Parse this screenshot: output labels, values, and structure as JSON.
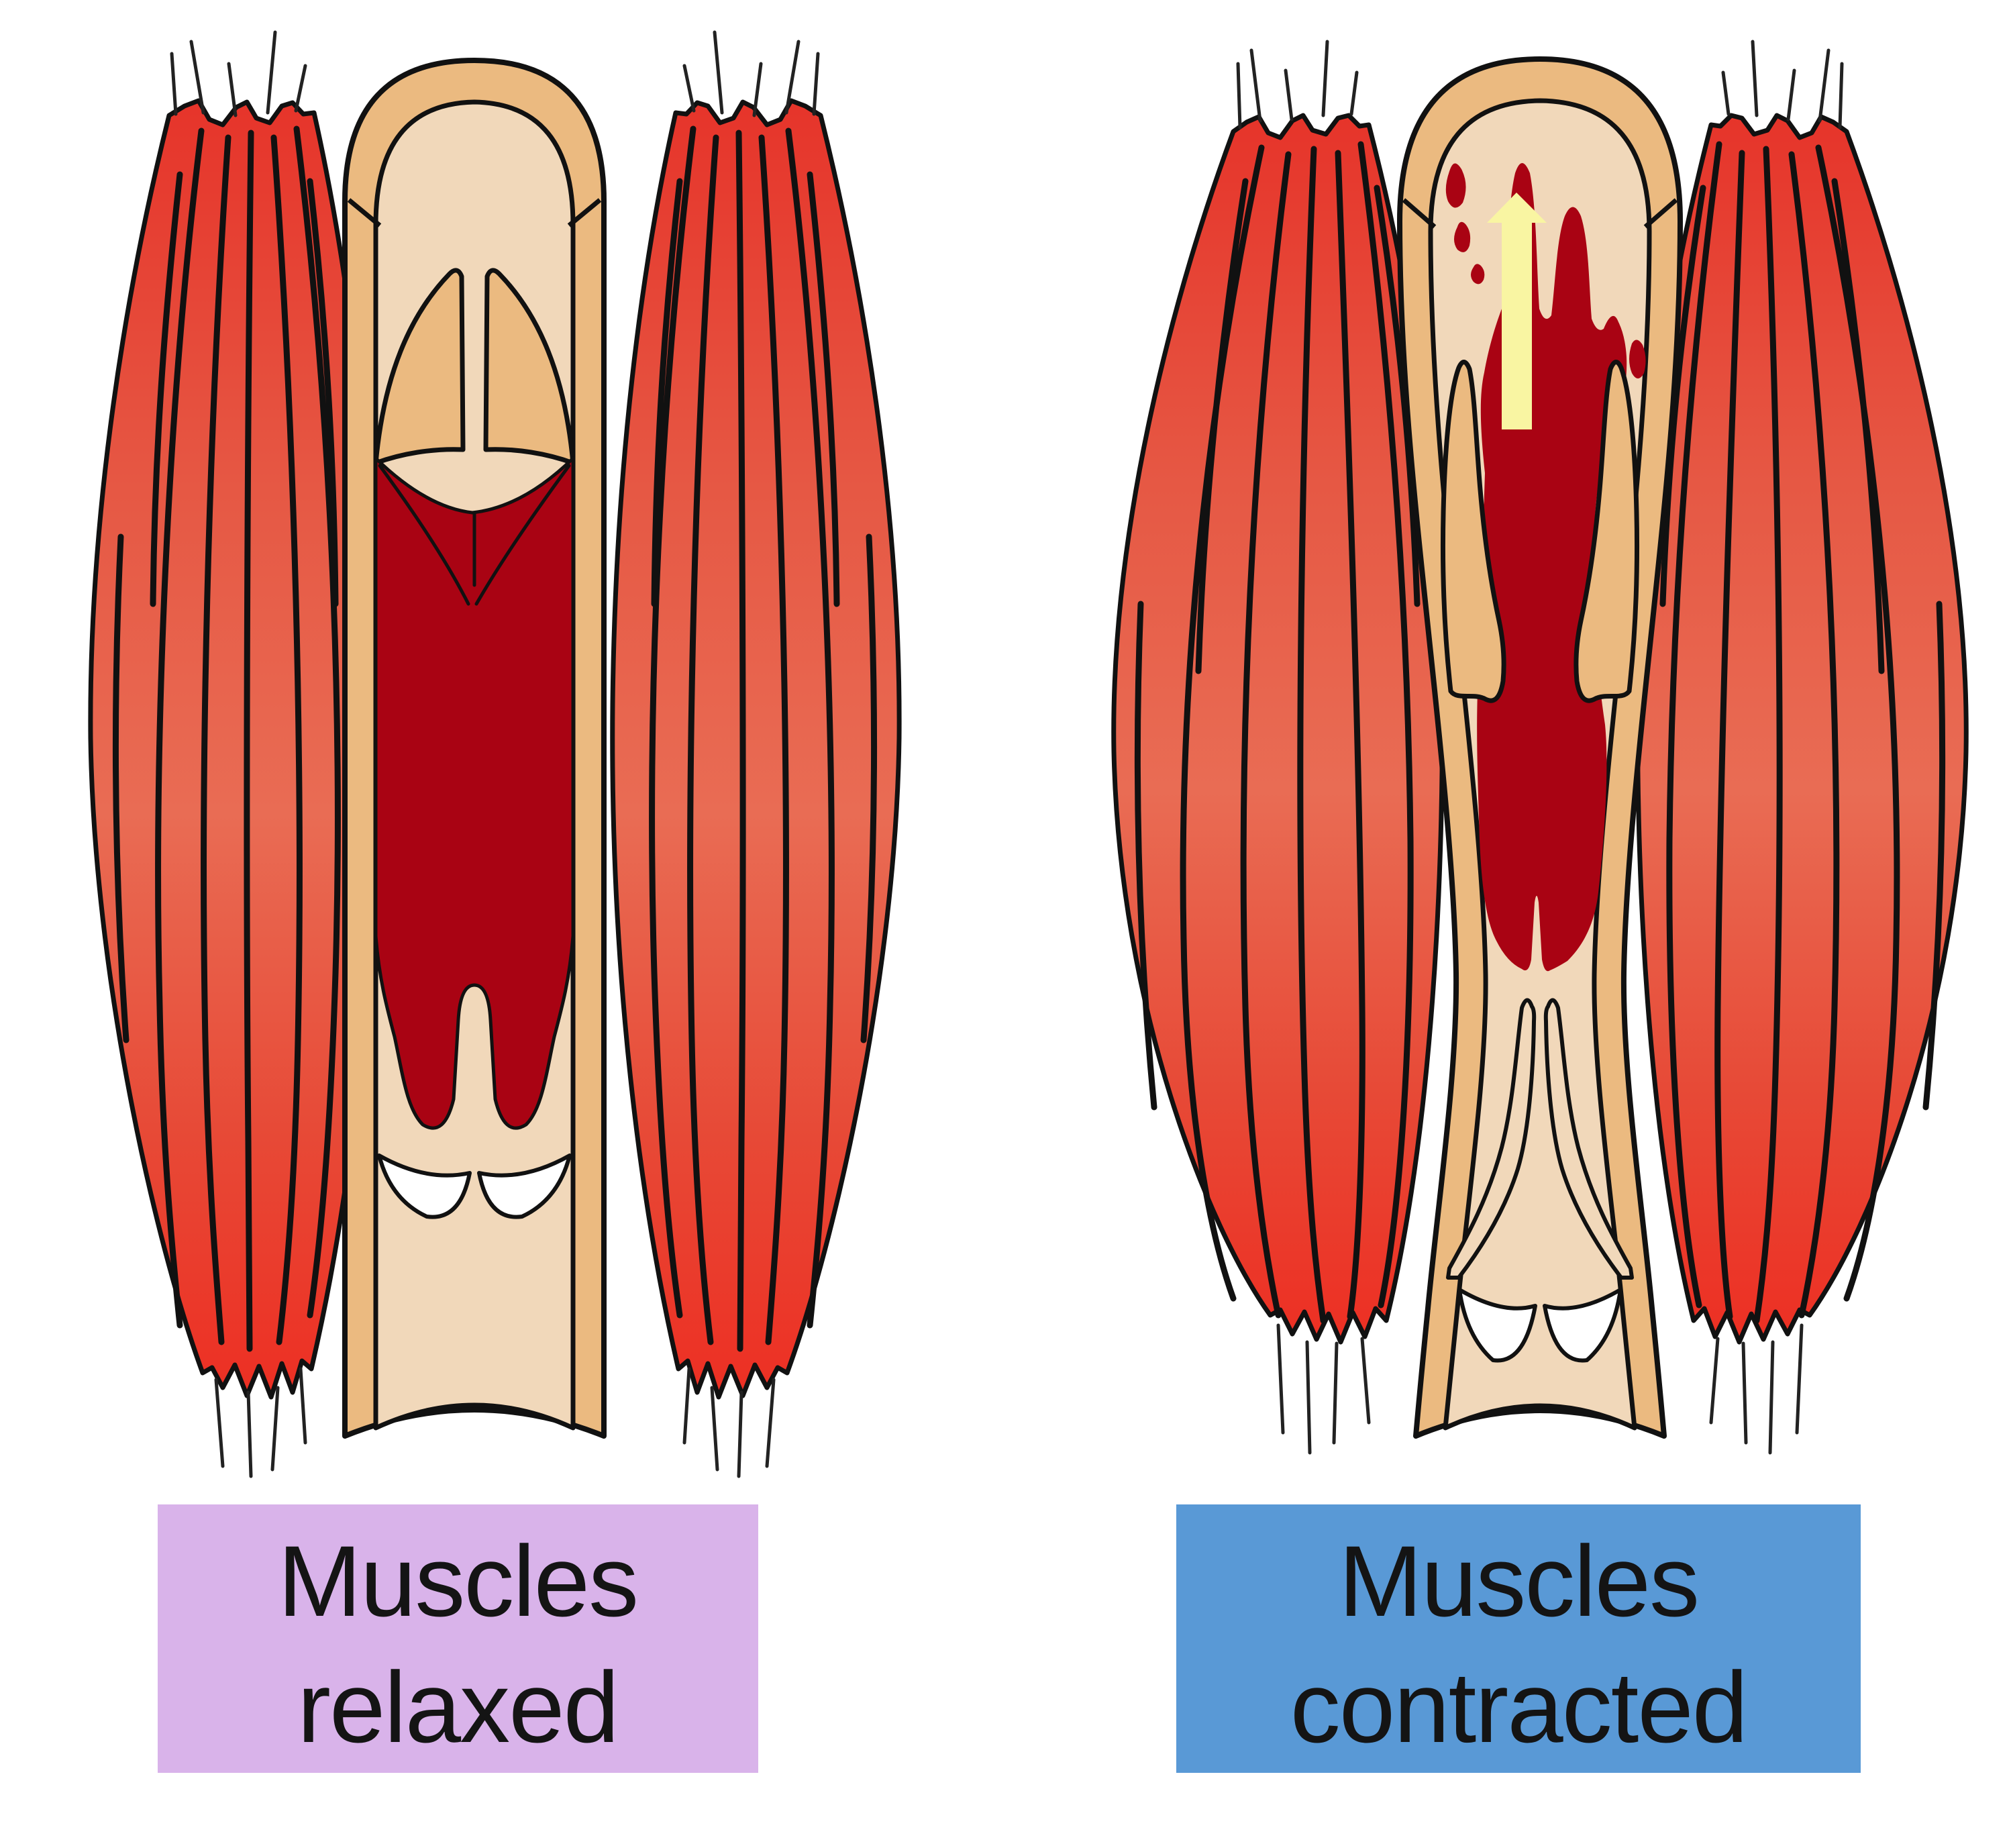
{
  "labels": {
    "relaxed": {
      "line1": "Muscles",
      "line2": "relaxed"
    },
    "contracted": {
      "line1": "Muscles",
      "line2": "contracted"
    }
  },
  "icons": {
    "blood_flow_arrow": "up-arrow",
    "blood_flow_arrow_glyph": "↑"
  },
  "colors": {
    "background": "#ffffff",
    "muscle_top": "#e6342a",
    "muscle_upper_mid": "#e65844",
    "muscle_mid": "#e96c54",
    "muscle_lower": "#e74936",
    "muscle_tip": "#ed2f23",
    "muscle_outline": "#111111",
    "fiber_streak": "#111111",
    "tendon_line": "#222222",
    "vein_wall": "#ebba80",
    "vein_outline": "#111111",
    "vein_interior": "#f1d8ba",
    "valve_leaflet": "#ebba80",
    "valve_cusp_white": "#ffffff",
    "blood": "#a90313",
    "arrow_yellow": "#f9f5a2",
    "label_relaxed_bg": "#d9b3ea",
    "label_contracted_bg": "#5999d6",
    "label_text": "#141414"
  }
}
